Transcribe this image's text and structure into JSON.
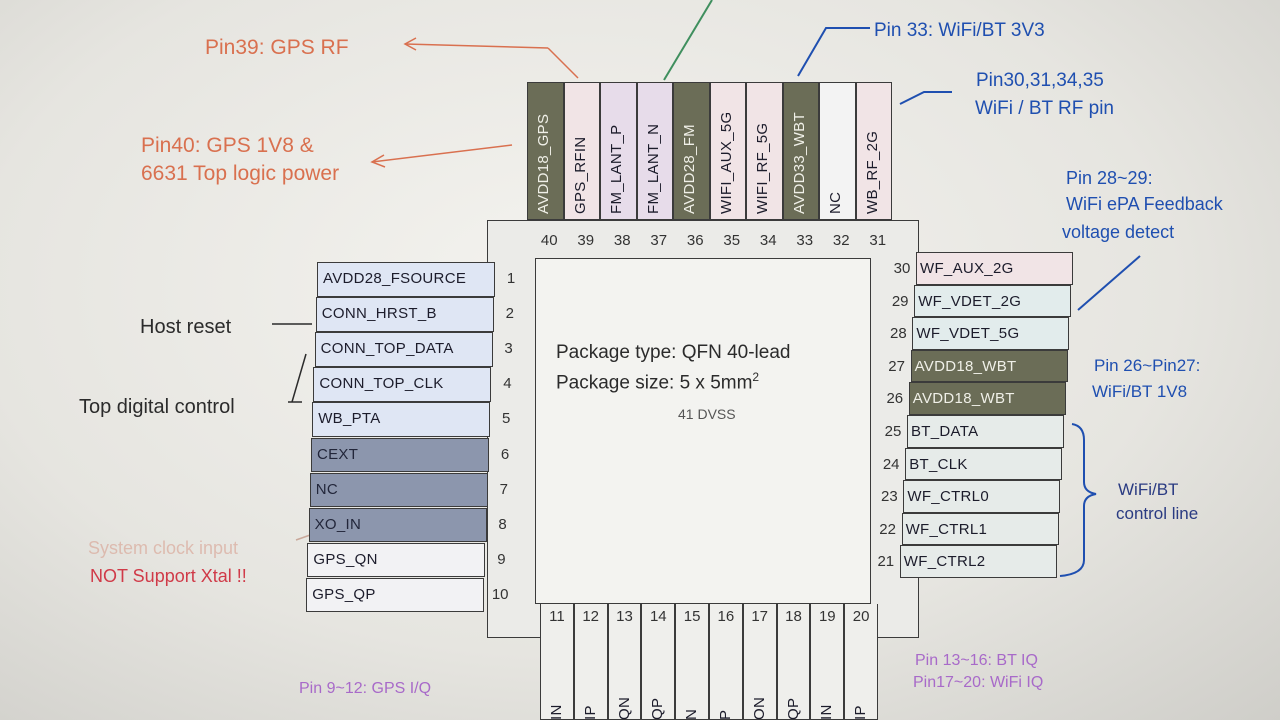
{
  "chip": {
    "package_type": "Package type: QFN 40-lead",
    "package_size": "Package size: 5 x 5mm",
    "package_size_sup": "2",
    "center_pin": "41 DVSS"
  },
  "left_pins": [
    {
      "num": "1",
      "label": "AVDD28_FSOURCE",
      "color": "#dfe6f4"
    },
    {
      "num": "2",
      "label": "CONN_HRST_B",
      "color": "#dfe6f4"
    },
    {
      "num": "3",
      "label": "CONN_TOP_DATA",
      "color": "#dfe6f4"
    },
    {
      "num": "4",
      "label": "CONN_TOP_CLK",
      "color": "#dfe6f4"
    },
    {
      "num": "5",
      "label": "WB_PTA",
      "color": "#dfe6f4"
    },
    {
      "num": "6",
      "label": "CEXT",
      "color": "#8c96ad"
    },
    {
      "num": "7",
      "label": "NC",
      "color": "#8c96ad"
    },
    {
      "num": "8",
      "label": "XO_IN",
      "color": "#8c96ad"
    },
    {
      "num": "9",
      "label": "GPS_QN",
      "color": "#f2f2f4"
    },
    {
      "num": "10",
      "label": "GPS_QP",
      "color": "#f2f2f4"
    }
  ],
  "right_pins": [
    {
      "num": "30",
      "label": "WF_AUX_2G",
      "color": "#f1e4e6"
    },
    {
      "num": "29",
      "label": "WF_VDET_2G",
      "color": "#e2ecec"
    },
    {
      "num": "28",
      "label": "WF_VDET_5G",
      "color": "#e2ecec"
    },
    {
      "num": "27",
      "label": "AVDD18_WBT",
      "color": "#6b6d57"
    },
    {
      "num": "26",
      "label": "AVDD18_WBT",
      "color": "#6b6d57"
    },
    {
      "num": "25",
      "label": "BT_DATA",
      "color": "#e6ebe9"
    },
    {
      "num": "24",
      "label": "BT_CLK",
      "color": "#e6ebe9"
    },
    {
      "num": "23",
      "label": "WF_CTRL0",
      "color": "#e6ebe9"
    },
    {
      "num": "22",
      "label": "WF_CTRL1",
      "color": "#e6ebe9"
    },
    {
      "num": "21",
      "label": "WF_CTRL2",
      "color": "#e6ebe9"
    }
  ],
  "top_pins": [
    {
      "num": "40",
      "label": "AVDD18_GPS",
      "color": "#6b6d57"
    },
    {
      "num": "39",
      "label": "GPS_RFIN",
      "color": "#f1e4e6"
    },
    {
      "num": "38",
      "label": "FM_LANT_P",
      "color": "#e7dcea"
    },
    {
      "num": "37",
      "label": "FM_LANT_N",
      "color": "#e7dcea"
    },
    {
      "num": "36",
      "label": "AVDD28_FM",
      "color": "#6b6d57"
    },
    {
      "num": "35",
      "label": "WIFI_AUX_5G",
      "color": "#f1e4e6"
    },
    {
      "num": "34",
      "label": "WIFI_RF_5G",
      "color": "#f1e4e6"
    },
    {
      "num": "33",
      "label": "AVDD33_WBT",
      "color": "#6b6d57"
    },
    {
      "num": "32",
      "label": "NC",
      "color": "#f3f3f3"
    },
    {
      "num": "31",
      "label": "WB_RF_2G",
      "color": "#f1e4e6"
    }
  ],
  "bottom_pins": [
    {
      "num": "11",
      "label": "IN"
    },
    {
      "num": "12",
      "label": "IP"
    },
    {
      "num": "13",
      "label": "QN"
    },
    {
      "num": "14",
      "label": "QP"
    },
    {
      "num": "15",
      "label": "N"
    },
    {
      "num": "16",
      "label": "P"
    },
    {
      "num": "17",
      "label": "ON"
    },
    {
      "num": "18",
      "label": "QP"
    },
    {
      "num": "19",
      "label": "IN"
    },
    {
      "num": "20",
      "label": "IP"
    }
  ],
  "annotations": {
    "pin39": "Pin39: GPS RF",
    "pin40_line1": "Pin40: GPS 1V8 &",
    "pin40_line2": "6631 Top logic power",
    "pin33": "Pin 33: WiFi/BT 3V3",
    "pin30_line1": "Pin30,31,34,35",
    "pin30_line2": "WiFi / BT RF pin",
    "pin28_line1": "Pin 28~29:",
    "pin28_line2": "WiFi ePA Feedback",
    "pin28_line3": "voltage detect",
    "pin26_line1": "Pin 26~Pin27:",
    "pin26_line2": "WiFi/BT 1V8",
    "wifibt_line1": "WiFi/BT",
    "wifibt_line2": "control line",
    "host_reset": "Host reset",
    "top_digital": "Top digital control",
    "sysclk": "System clock input",
    "no_xtal": "NOT Support Xtal !!",
    "pin9_12": "Pin 9~12: GPS I/Q",
    "pin13_16": "Pin 13~16: BT IQ",
    "pin17_20": "Pin17~20: WiFi IQ"
  },
  "colors": {
    "power": "#6b6d57",
    "rf": "#f1e4e6",
    "clock": "#8c96ad",
    "digital": "#dfe6f4",
    "annotation_red": "#d9704f",
    "annotation_blue": "#1f4fb0"
  }
}
